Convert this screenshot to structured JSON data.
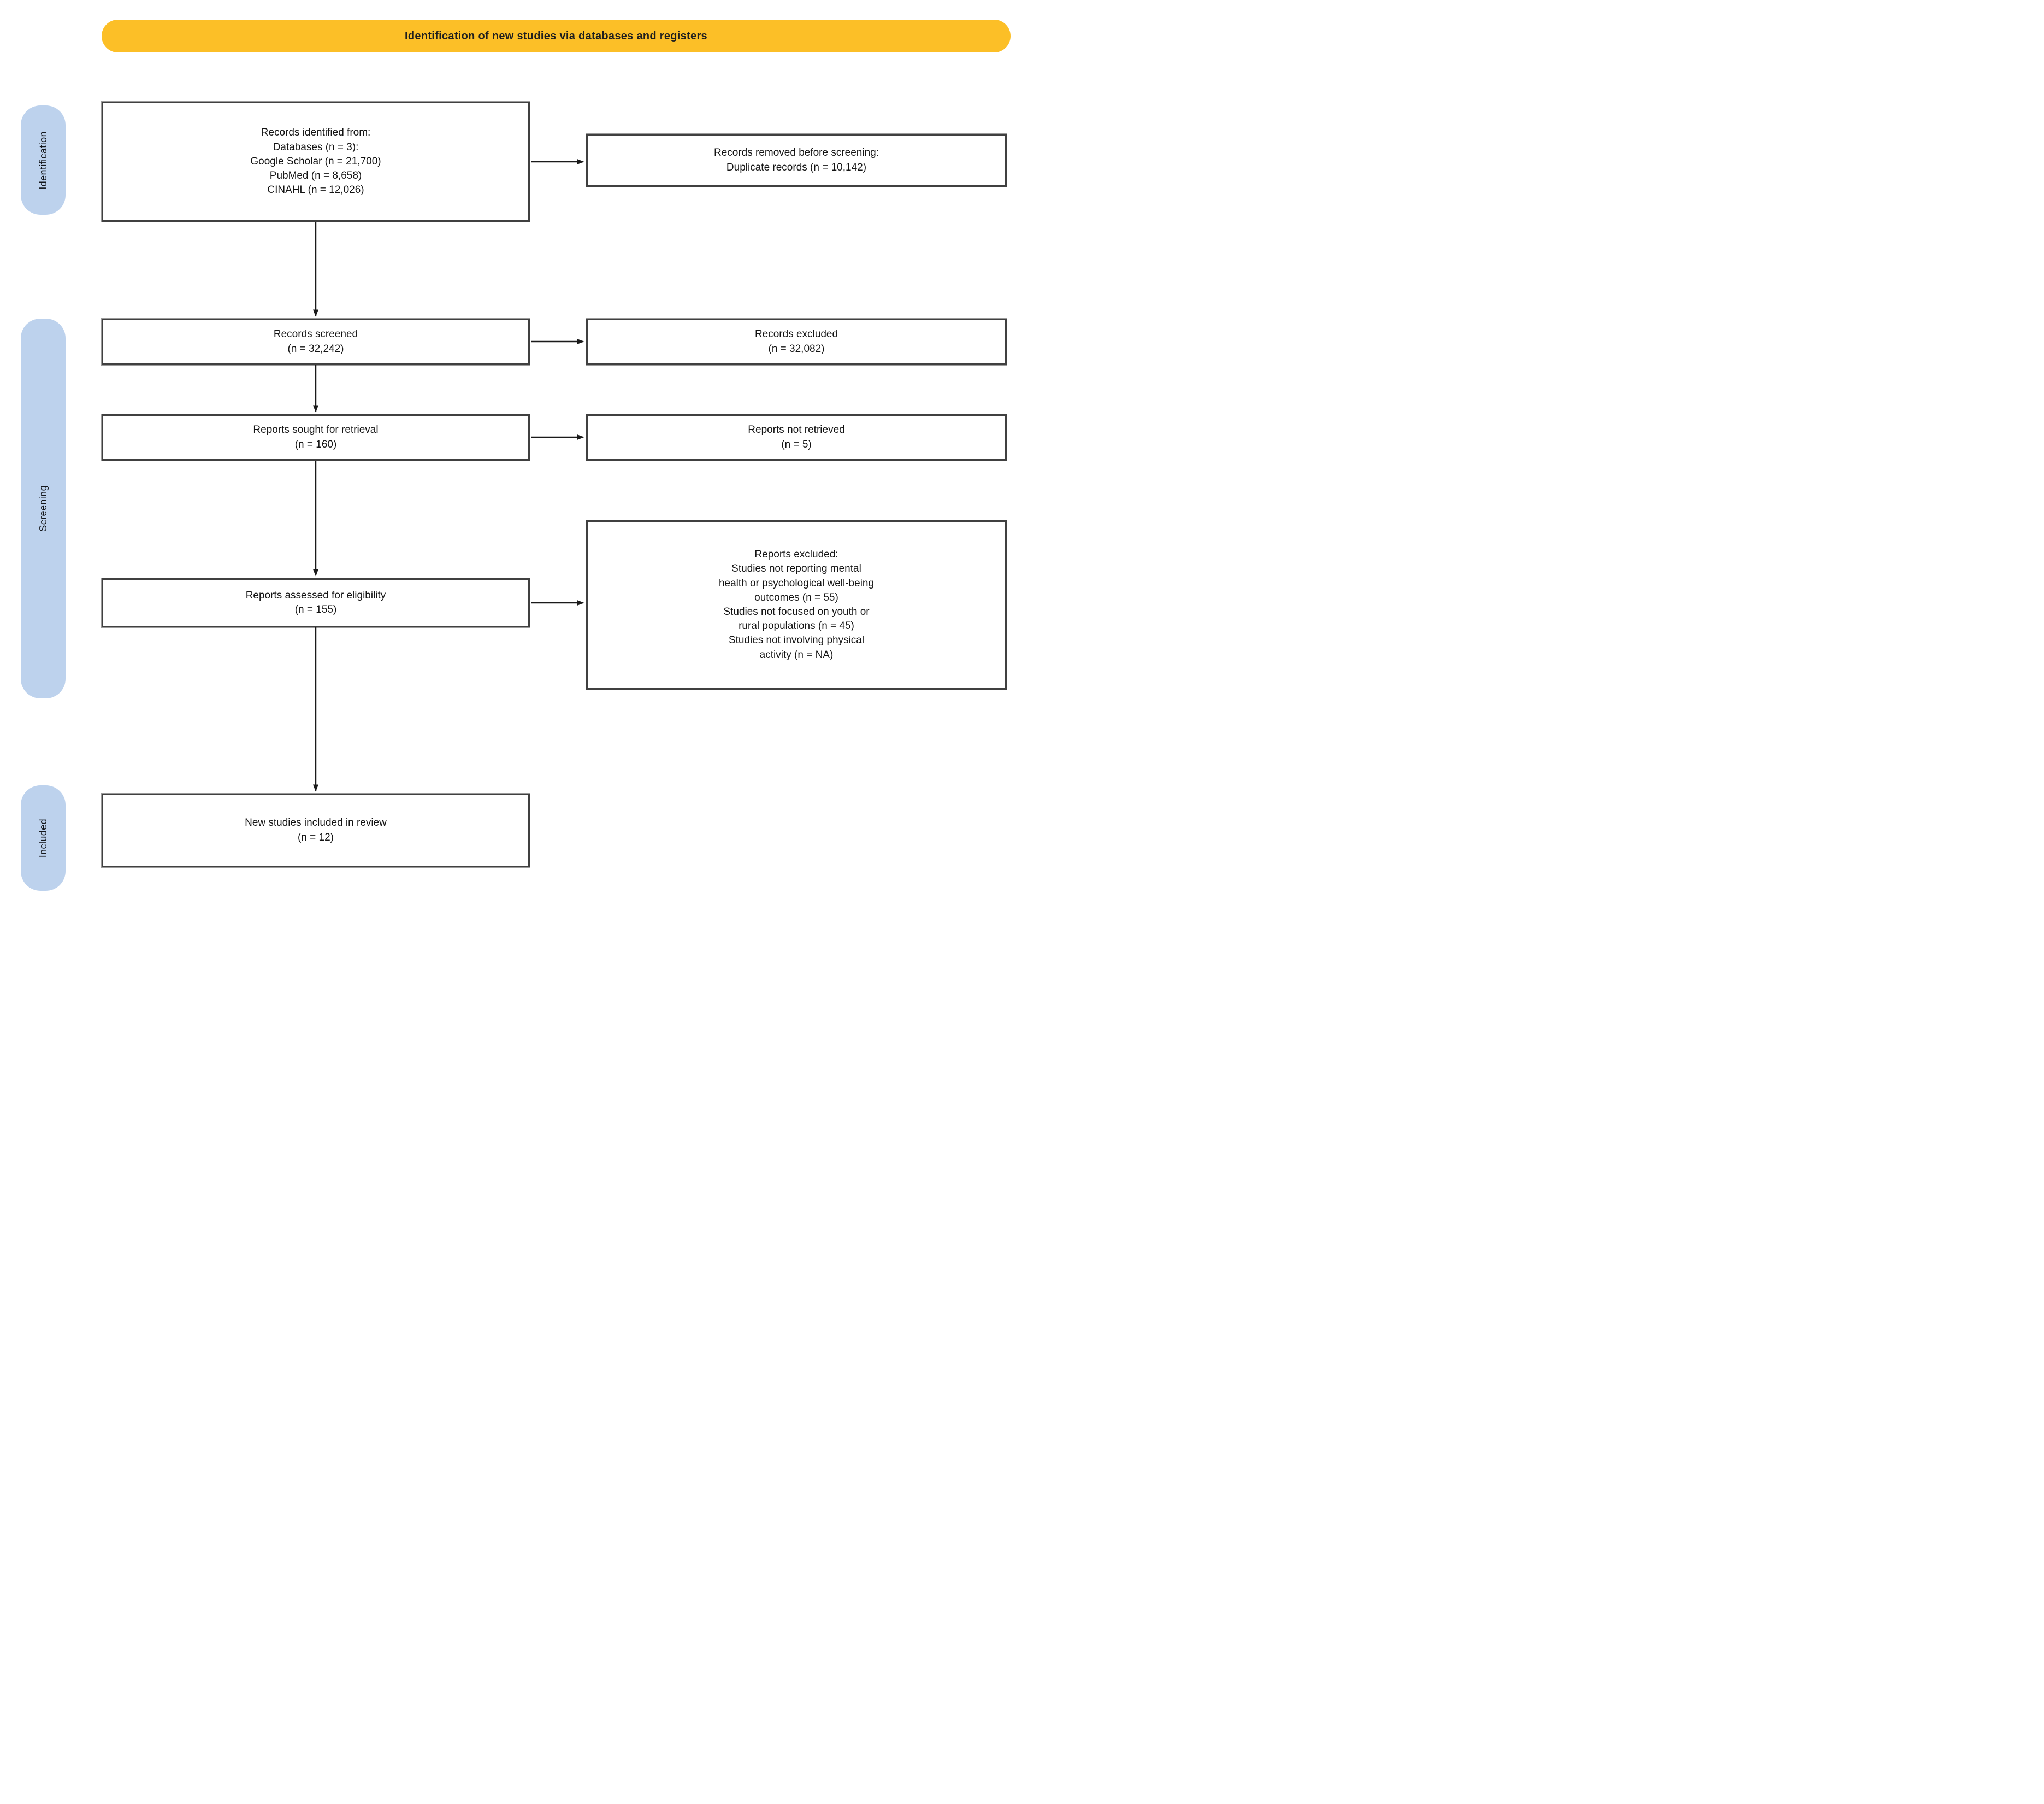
{
  "banner": {
    "title": "Identification of new studies via databases and registers",
    "bg_color": "#FCBF27"
  },
  "stages": {
    "identification": "Identification",
    "screening": "Screening",
    "included": "Included",
    "bg_color": "#BDD2ED"
  },
  "boxes": {
    "identified": "Records identified from:\nDatabases (n = 3):\nGoogle Scholar (n = 21,700)\nPubMed (n = 8,658)\nCINAHL (n = 12,026)",
    "removed_before_screening": "Records removed before screening:\nDuplicate records (n = 10,142)",
    "screened": "Records screened\n(n = 32,242)",
    "records_excluded": "Records excluded\n(n = 32,082)",
    "sought_for_retrieval": "Reports sought for retrieval\n(n = 160)",
    "not_retrieved": "Reports not retrieved\n(n = 5)",
    "assessed_for_eligibility": "Reports assessed for eligibility\n(n = 155)",
    "reports_excluded": "Reports excluded:\nStudies not reporting mental\nhealth or psychological well-being\noutcomes (n = 55)\nStudies not focused on youth or\nrural populations (n = 45)\nStudies not involving physical\nactivity (n = NA)",
    "new_studies_included": "New studies included in review\n(n = 12)"
  },
  "counts": {
    "databases": 3,
    "google_scholar": 21700,
    "pubmed": 8658,
    "cinahl": 12026,
    "duplicates_removed": 10142,
    "records_screened": 32242,
    "records_excluded": 32082,
    "reports_sought": 160,
    "reports_not_retrieved": 5,
    "reports_assessed": 155,
    "excluded_no_mental_health_outcomes": 55,
    "excluded_not_youth_or_rural": 45,
    "excluded_no_physical_activity": "NA",
    "studies_included": 12
  },
  "colors": {
    "box_border": "#404040",
    "arrow": "#1a1a1a",
    "banner_bg": "#FCBF27",
    "stage_bg": "#BDD2ED"
  }
}
